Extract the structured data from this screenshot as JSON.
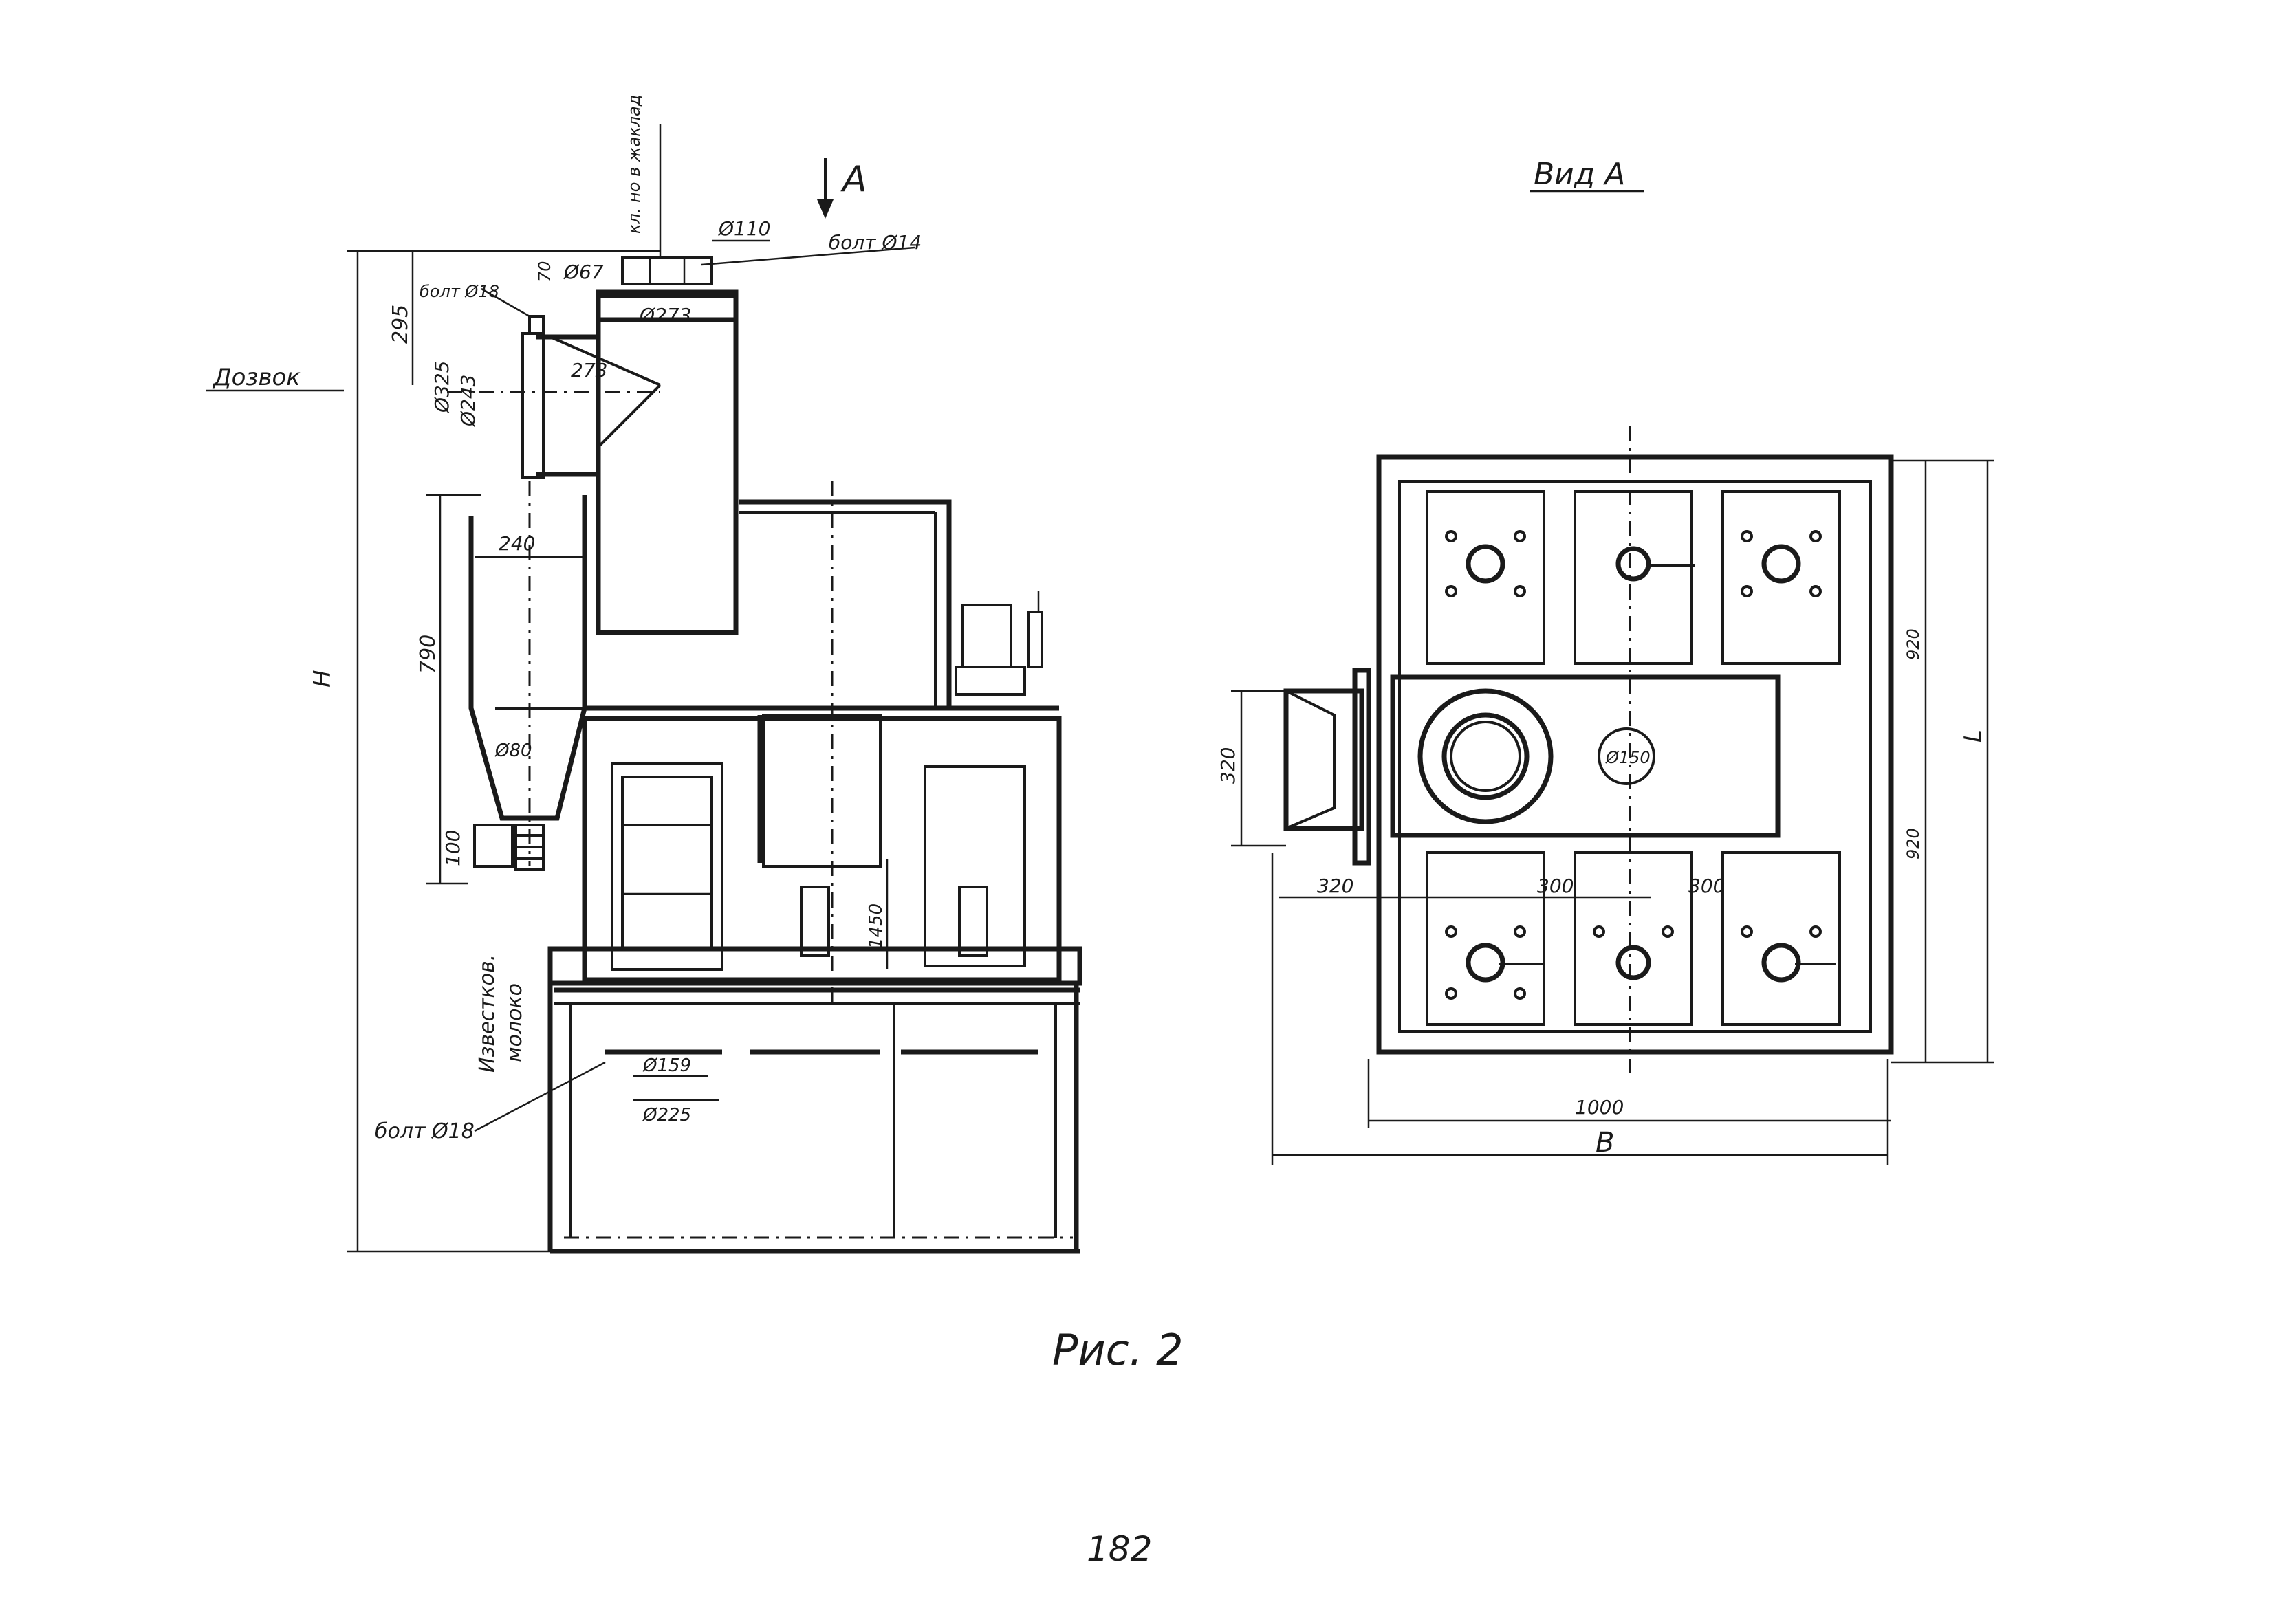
{
  "sheet": {
    "figure_caption": "Рис. 2",
    "page_number": "182"
  },
  "front_view": {
    "view_arrow_label": "А",
    "labels": {
      "top_vertical": "кл. но в жаклад",
      "dia_top": "Ø110",
      "bolt_top": "болт Ø14",
      "dia_67": "Ø67",
      "dim_70": "70",
      "bolt_left": "болт Ø18",
      "dim_295": "295",
      "dia_273_top": "Ø273",
      "dim_273": "273",
      "dia_325": "Ø325",
      "dia_243": "Ø243",
      "inlet_label": "Дозвок",
      "dim_240": "240",
      "dim_790": "790",
      "height_H": "Н",
      "dia_80": "Ø80",
      "dim_100": "100",
      "lime_label_1": "Известков.",
      "lime_label_2": "молоко",
      "bolt_bottom": "болт Ø18",
      "dia_159": "Ø159",
      "dia_225": "Ø225",
      "dim_1450": "1450"
    }
  },
  "plan_view": {
    "title": "Вид А",
    "labels": {
      "dim_920_top": "920",
      "dim_L": "L",
      "dim_920_bottom": "920",
      "dim_320_v": "320",
      "dim_320_h": "320",
      "dim_300_a": "300",
      "dim_300_b": "300",
      "dim_1000": "1000",
      "dim_B": "B",
      "dia_flange": "Ø150"
    }
  }
}
